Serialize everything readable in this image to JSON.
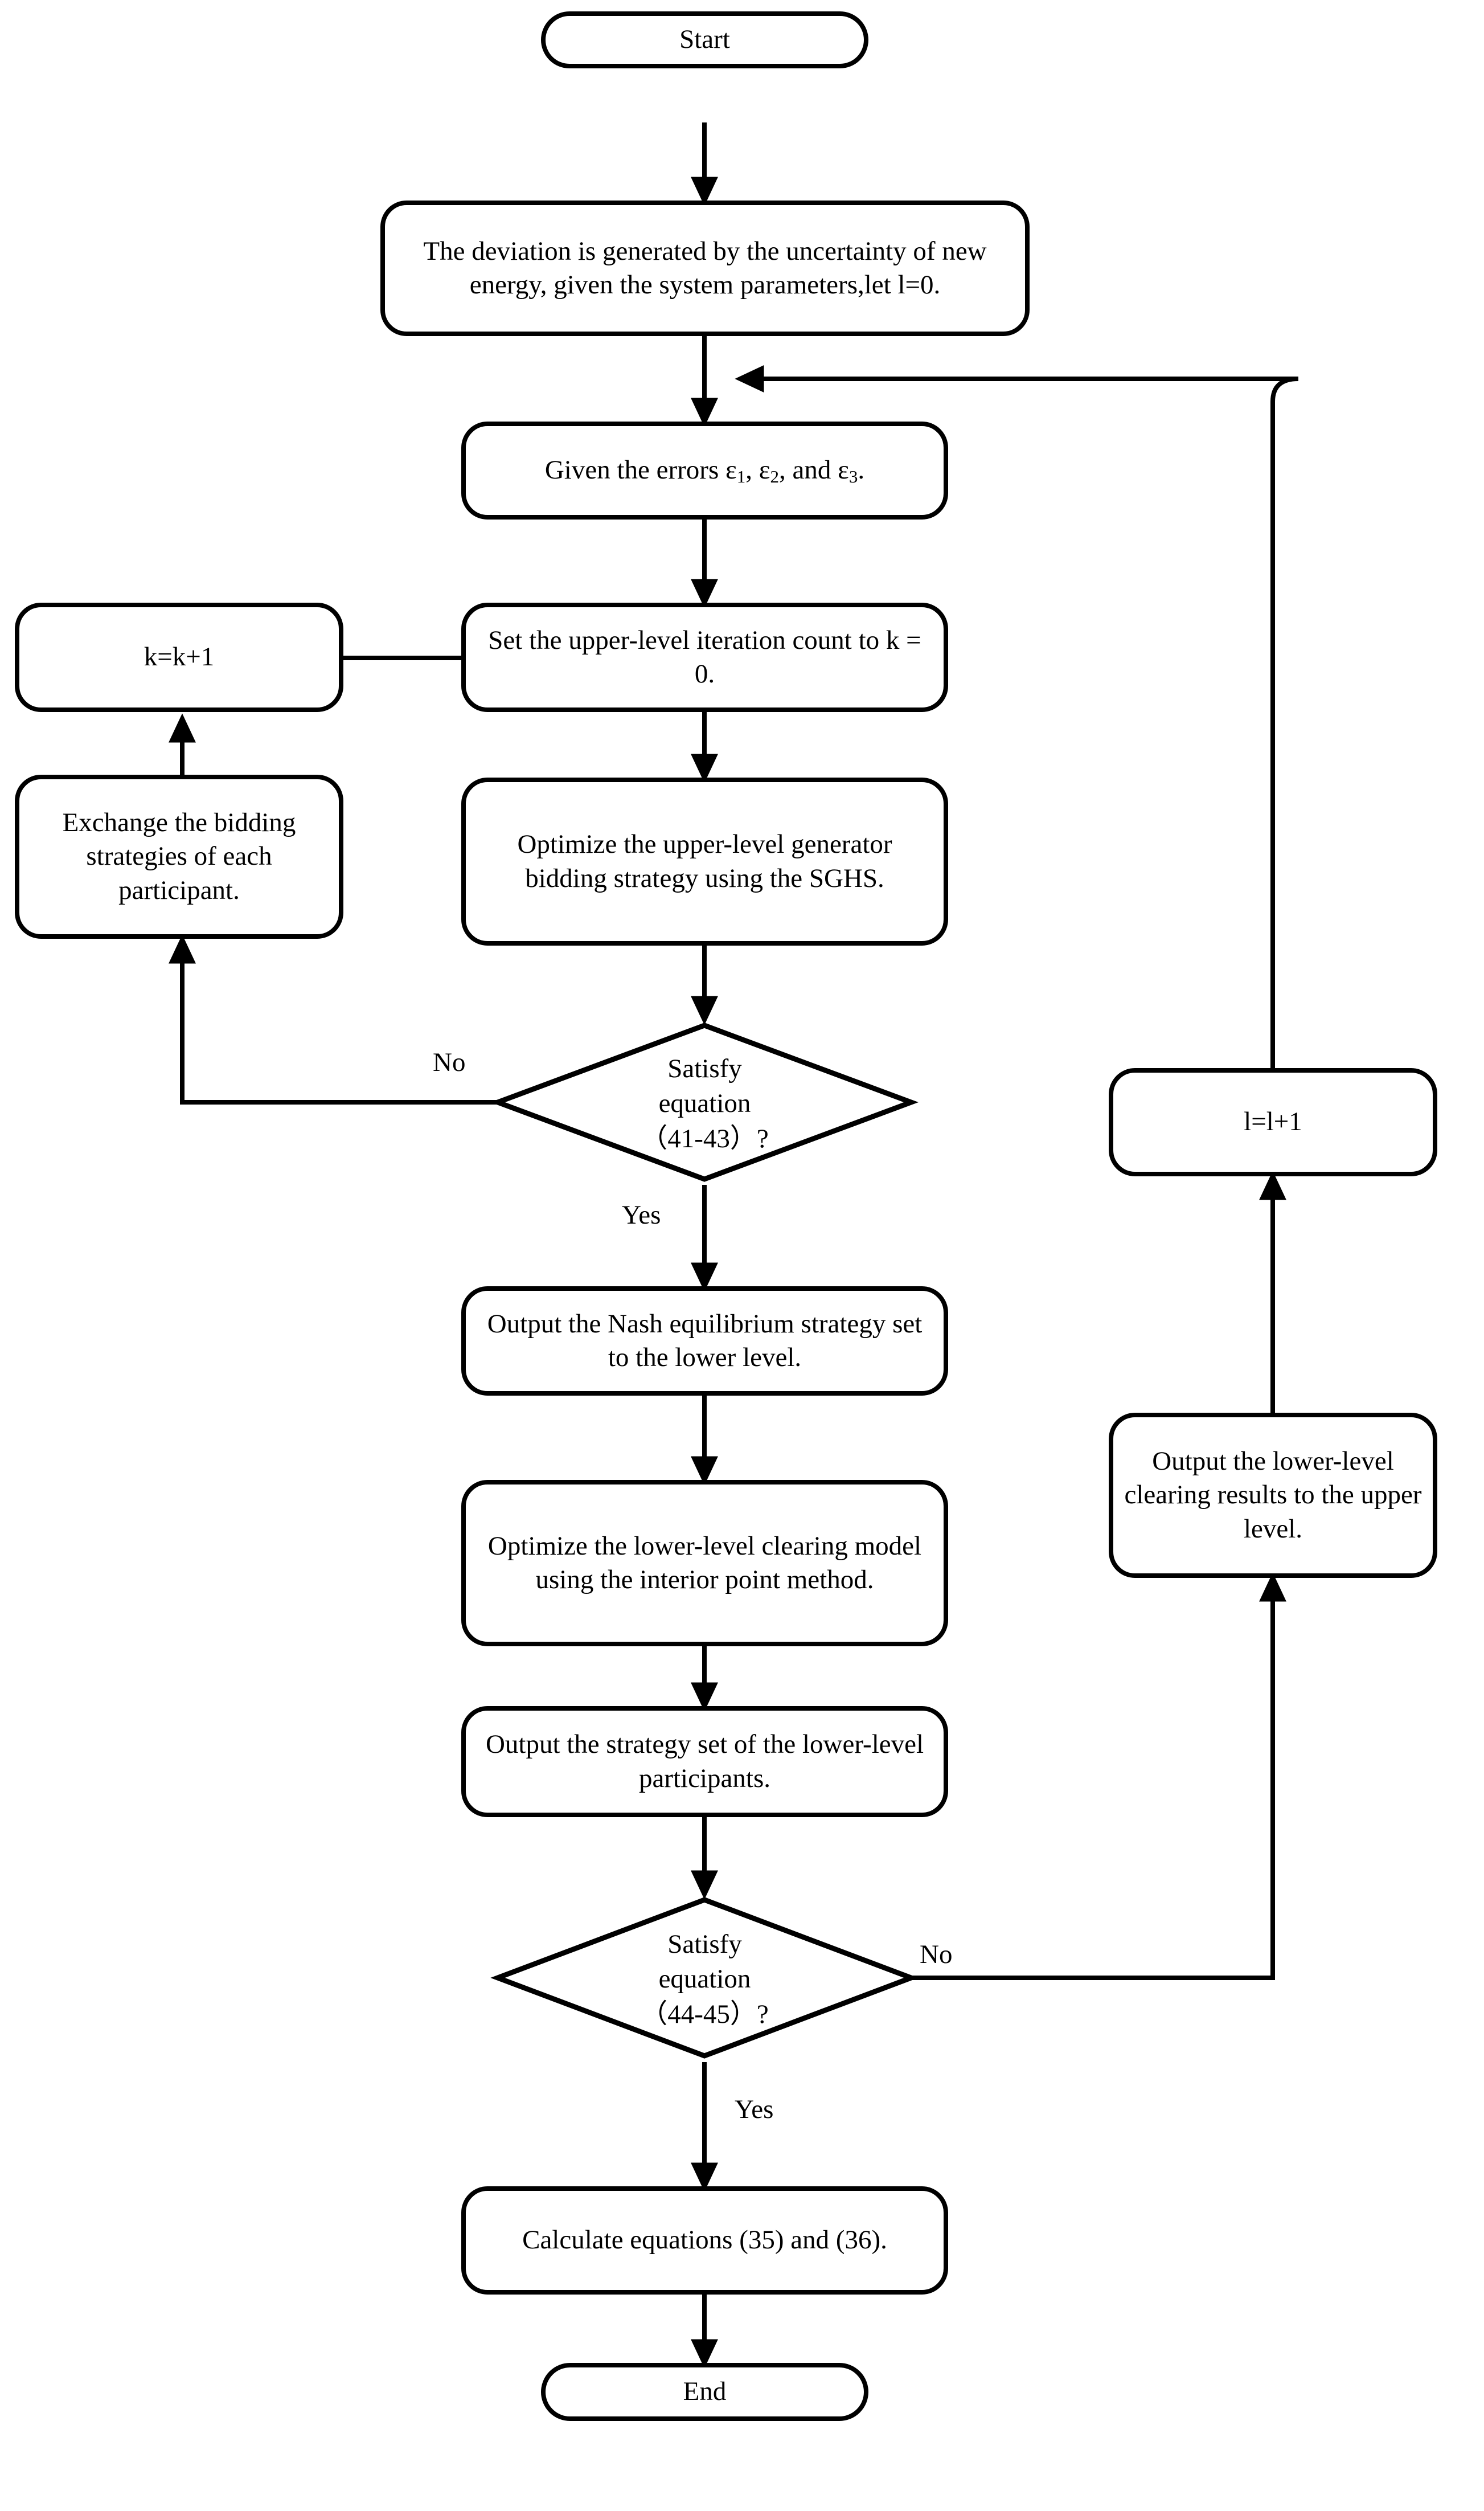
{
  "diagram": {
    "title": "Bi-level market clearing iterative solution flowchart",
    "stroke_color": "#000000",
    "fill_color": "#ffffff",
    "nodes": {
      "start": {
        "label": "Start",
        "shape": "terminator"
      },
      "deviation": {
        "label": "The deviation is generated by the uncertainty of new energy, given the system parameters,let l=0.",
        "shape": "process"
      },
      "given_errors": {
        "label_prefix": "Given the errors ",
        "label_e1": "ε1",
        "label_sep1": ", ",
        "label_e2": "ε2",
        "label_sep2": ", and ",
        "label_e3": "ε3",
        "label_suffix": ".",
        "shape": "process"
      },
      "set_upper": {
        "label": "Set the upper-level iteration count to k = 0.",
        "shape": "process"
      },
      "optimize_upper": {
        "label": "Optimize the upper-level generator bidding strategy using the SGHS.",
        "shape": "process"
      },
      "decision_4143": {
        "line1": "Satisfy",
        "line2": "equation",
        "line3": "（41-43）?",
        "shape": "decision"
      },
      "output_nash": {
        "label": "Output the Nash equilibrium strategy set to the lower level.",
        "shape": "process"
      },
      "optimize_lower": {
        "label": "Optimize the lower-level clearing model using the interior point method.",
        "shape": "process"
      },
      "output_strategy": {
        "label": "Output the strategy set of the lower-level participants.",
        "shape": "process"
      },
      "decision_4445": {
        "line1": "Satisfy",
        "line2": "equation",
        "line3": "（44-45）?",
        "shape": "decision"
      },
      "calculate_eq": {
        "label": "Calculate equations (35) and (36).",
        "shape": "process"
      },
      "end": {
        "label": "End",
        "shape": "terminator"
      },
      "k_increment": {
        "label": "k=k+1",
        "shape": "process"
      },
      "exchange": {
        "label": "Exchange the bidding strategies of each participant.",
        "shape": "process"
      },
      "l_increment": {
        "label": "l=l+1",
        "shape": "process"
      },
      "output_lower_results": {
        "label": "Output the lower-level clearing results to the upper level.",
        "shape": "process"
      }
    },
    "edge_labels": {
      "no_upper": "No",
      "yes_upper": "Yes",
      "no_lower": "No",
      "yes_lower": "Yes"
    }
  }
}
